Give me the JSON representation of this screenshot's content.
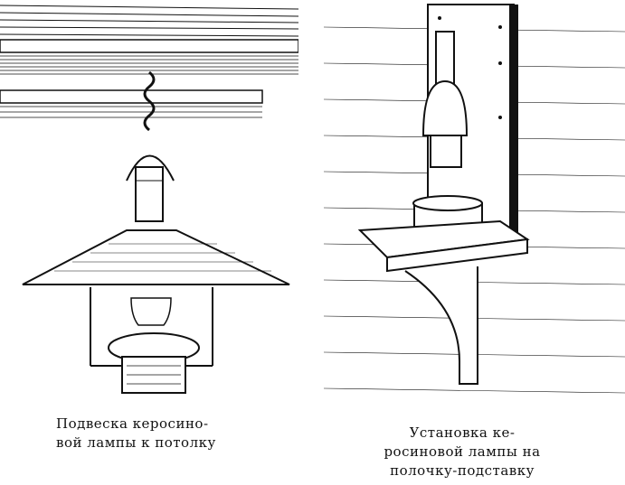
{
  "captions": {
    "left": {
      "line1": "Подвеска керосино-",
      "line2": "вой лампы к потолку"
    },
    "right": {
      "line1": "Установка ке-",
      "line2": "росиновой лампы на",
      "line3": "полочку-подставку"
    }
  },
  "colors": {
    "ink": "#111111",
    "paper": "#ffffff"
  },
  "icons": {
    "left": "hanging-kerosene-lamp-illustration",
    "right": "wall-shelf-kerosene-lamp-illustration"
  }
}
